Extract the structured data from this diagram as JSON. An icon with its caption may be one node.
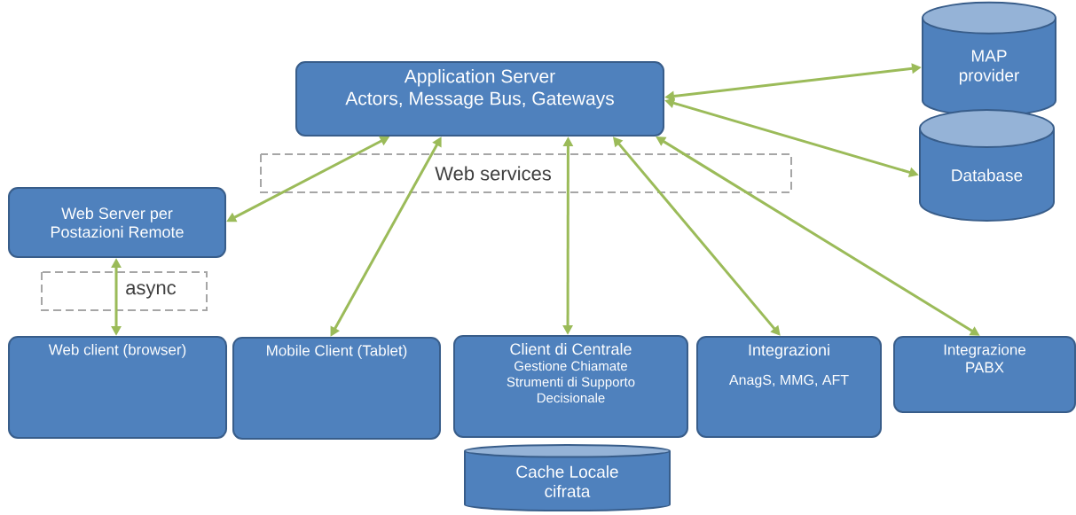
{
  "diagram": {
    "nodes": [
      {
        "text": [
          "Application Server",
          "Actors, Message Bus, Gateways"
        ]
      },
      {
        "text": [
          "MAP provider"
        ]
      },
      {
        "text": [
          "Database"
        ]
      },
      {
        "text": [
          "Web Server per Postazioni Remote"
        ]
      },
      {
        "text": [
          "Web client (browser)"
        ]
      },
      {
        "text": [
          "Mobile Client (Tablet)"
        ]
      },
      {
        "text": [
          "Client di Centrale",
          "Gestione Chiamate Strumenti di Supporto Decisionale"
        ]
      },
      {
        "text": [
          "Integrazioni",
          "AnagS, MMG, AFT"
        ]
      },
      {
        "text": [
          "Integrazione PABX"
        ]
      },
      {
        "text": [
          "Cache Locale cifrata"
        ]
      }
    ],
    "edges": [
      {
        "from": 0,
        "to": 1,
        "arrow": "both"
      },
      {
        "from": 0,
        "to": 2,
        "arrow": "both"
      },
      {
        "from": 0,
        "to": 3,
        "arrow": "both"
      },
      {
        "from": 0,
        "to": 5,
        "arrow": "both"
      },
      {
        "from": 0,
        "to": 6,
        "arrow": "both"
      },
      {
        "from": 0,
        "to": 7,
        "arrow": "both"
      },
      {
        "from": 0,
        "to": 8,
        "arrow": "both"
      },
      {
        "from": 3,
        "to": 4,
        "arrow": "both"
      }
    ],
    "labels": [
      "Web services",
      "async"
    ]
  }
}
